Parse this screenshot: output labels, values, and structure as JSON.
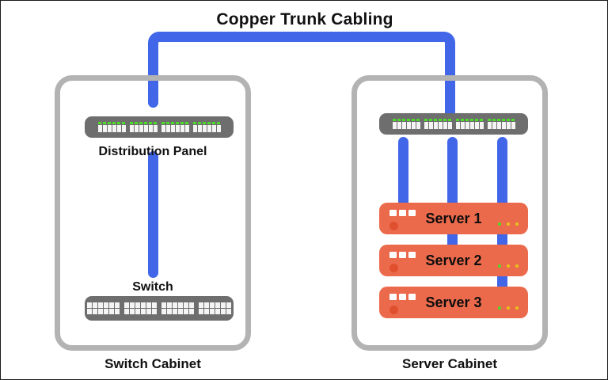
{
  "diagram": {
    "title": "Copper Trunk Cabling",
    "colors": {
      "cable_blue": "#4167e8",
      "cabinet_gray": "#b3b3b3",
      "device_gray": "#6e6e6e",
      "server_orange": "#ec6a4c",
      "server_knob": "#e04f2e",
      "led_green": "#4ddb2a",
      "led_yellow": "#e8c21a",
      "port_white": "#f4f4f4",
      "text_dark": "#111111",
      "background": "#ffffff"
    }
  },
  "cabinets": [
    {
      "id": "switch-cabinet",
      "label": "Switch Cabinet",
      "devices": [
        {
          "id": "distribution-panel",
          "type": "patch-panel",
          "label": "Distribution Panel",
          "port_groups": 4,
          "ports_per_group": 6,
          "leds_per_group": 6,
          "led_color": "#4ddb2a"
        },
        {
          "id": "switch",
          "type": "switch",
          "label": "Switch",
          "port_groups": 4,
          "port_rows": 2,
          "ports_per_row": 6
        }
      ]
    },
    {
      "id": "server-cabinet",
      "label": "Server Cabinet",
      "devices": [
        {
          "id": "server-patch-panel",
          "type": "patch-panel",
          "label": "",
          "port_groups": 4,
          "ports_per_group": 6,
          "leds_per_group": 6,
          "led_color": "#4ddb2a"
        }
      ],
      "servers": [
        {
          "id": "server-1",
          "name": "Server 1",
          "bays": 3,
          "status_leds": [
            "#4ddb2a",
            "#e8c21a",
            "#e8c21a"
          ]
        },
        {
          "id": "server-2",
          "name": "Server 2",
          "bays": 3,
          "status_leds": [
            "#4ddb2a",
            "#e8c21a",
            "#e8c21a"
          ]
        },
        {
          "id": "server-3",
          "name": "Server 3",
          "bays": 3,
          "status_leds": [
            "#4ddb2a",
            "#e8c21a",
            "#e8c21a"
          ]
        }
      ]
    }
  ],
  "cables": {
    "trunk": {
      "id": "copper-trunk-cable",
      "label": "Copper Trunk Cabling",
      "from": "distribution-panel",
      "to": "server-patch-panel",
      "color": "#4167e8"
    },
    "patch_links": [
      {
        "id": "switch-to-distribution-panel",
        "from": "distribution-panel",
        "to": "switch",
        "color": "#4167e8"
      },
      {
        "id": "panel-to-server-1",
        "from": "server-patch-panel",
        "to": "server-1",
        "color": "#4167e8"
      },
      {
        "id": "panel-to-server-2",
        "from": "server-patch-panel",
        "to": "server-2",
        "color": "#4167e8"
      },
      {
        "id": "panel-to-server-3",
        "from": "server-patch-panel",
        "to": "server-3",
        "color": "#4167e8"
      }
    ]
  }
}
